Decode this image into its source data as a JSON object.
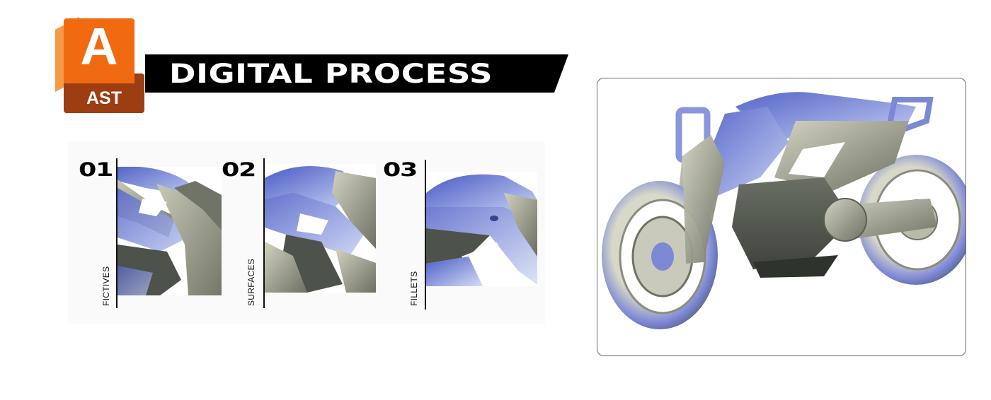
{
  "logo": {
    "letter": "A",
    "abbreviation": "AST",
    "colors": {
      "front": "#f26a10",
      "side": "#f79a45",
      "base": "#9c3d12"
    }
  },
  "banner": {
    "title": "DIGITAL PROCESS",
    "background": "#000000",
    "text_color": "#ffffff"
  },
  "steps": [
    {
      "number": "01",
      "label": "FICTIVES"
    },
    {
      "number": "02",
      "label": "SURFACES"
    },
    {
      "number": "03",
      "label": "FILLETS"
    }
  ],
  "showcase": {
    "subject": "motorcycle-cad-render"
  },
  "palette": {
    "render_blue": "#6f7fd8",
    "render_grey": "#a9aa94",
    "render_dark": "#4d524a"
  }
}
